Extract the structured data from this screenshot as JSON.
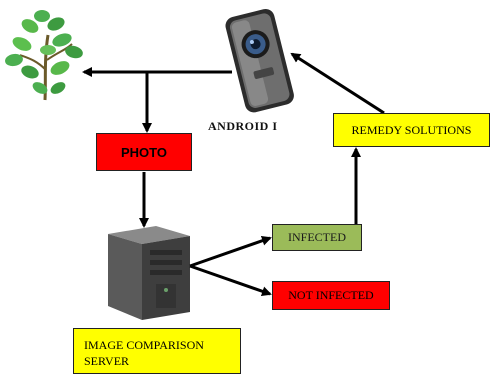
{
  "nodes": {
    "android_label": "ANDROID I",
    "photo": "PHOTO",
    "server_line1": "IMAGE COMPARISON",
    "server_line2": "SERVER",
    "infected": "INFECTED",
    "not_infected": "NOT INFECTED",
    "remedy": "REMEDY SOLUTIONS"
  },
  "icons": [
    "plant-icon",
    "smartphone-camera-icon",
    "server-tower-icon"
  ],
  "colors": {
    "photo": "#ff0000",
    "infected": "#9bbb59",
    "not_infected": "#ff0000",
    "remedy": "#ffff00",
    "server_label": "#ffff00",
    "arrows": "#000000"
  }
}
